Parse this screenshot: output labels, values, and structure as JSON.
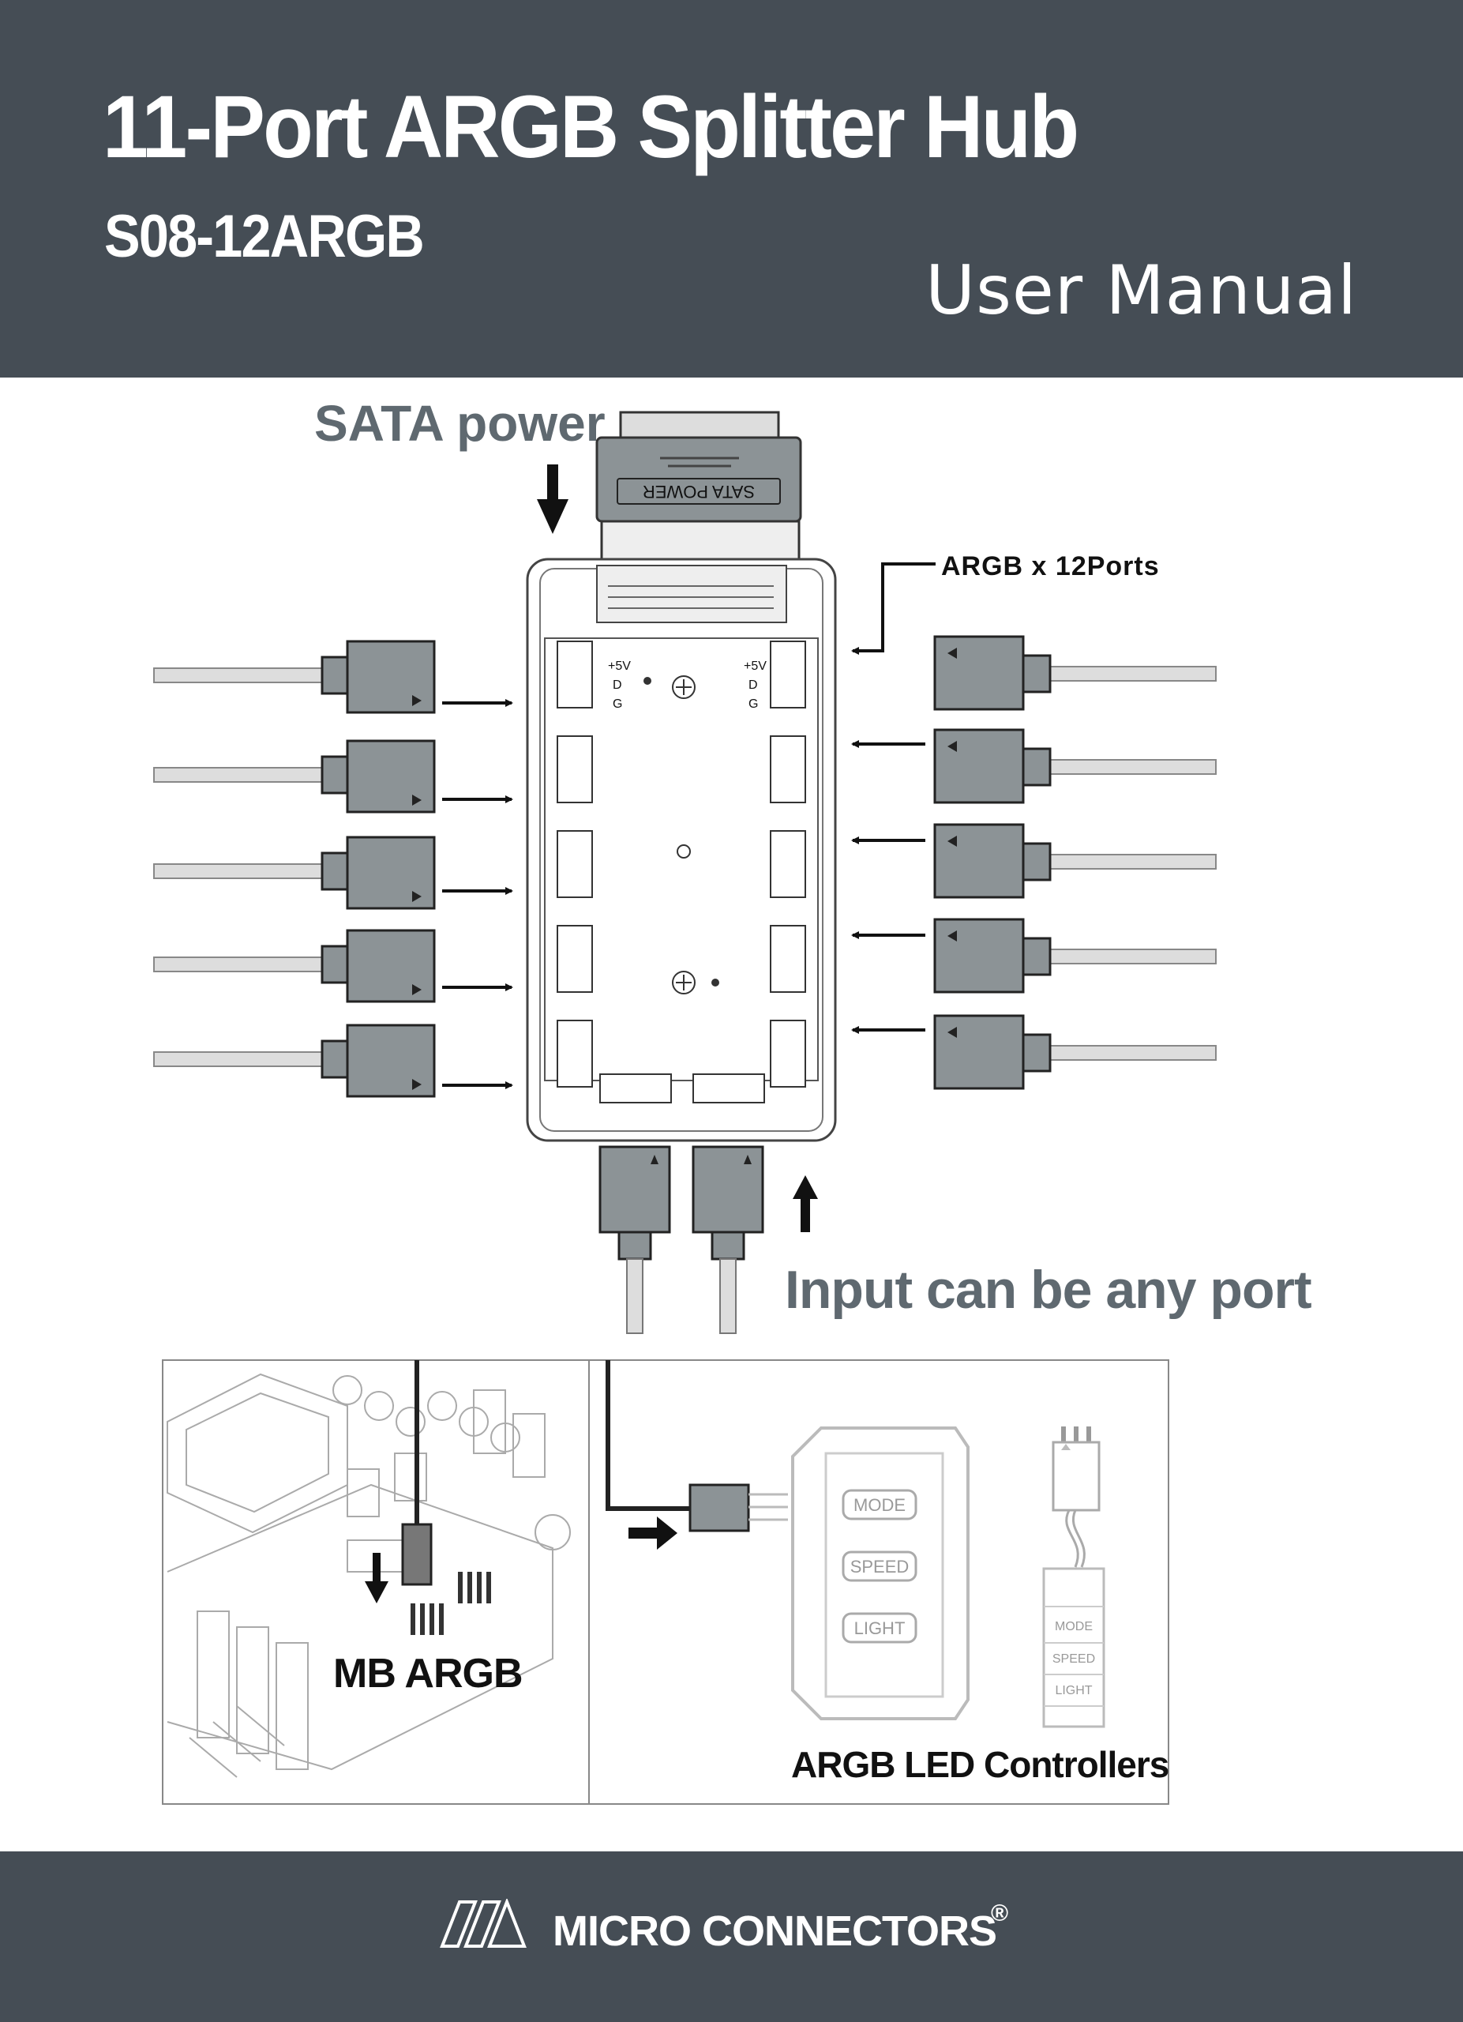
{
  "header": {
    "title": "11-Port ARGB Splitter Hub",
    "model": "S08-12ARGB",
    "doc_type": "User Manual"
  },
  "diagram": {
    "sata_power_label": "SATA power",
    "sata_connector_text": "SATA POWER",
    "ports_label": "ARGB  x 12Ports",
    "input_note": "Input can be any port",
    "mb_label": "MB ARGB",
    "controllers_label": "ARGB LED Controllers",
    "pin_labels": {
      "five_v": "+5V",
      "data": "D",
      "ground": "G"
    },
    "controller_buttons": [
      "MODE",
      "SPEED",
      "LIGHT"
    ]
  },
  "footer": {
    "brand": "MICRO CONNECTORS",
    "registered": "®"
  },
  "colors": {
    "band": "#454d55",
    "label_gray": "#5f6970",
    "plug_gray": "#8c9396",
    "line_light": "#b5babd"
  }
}
